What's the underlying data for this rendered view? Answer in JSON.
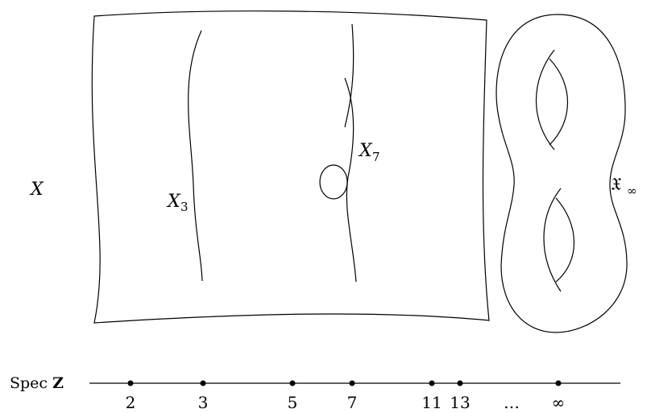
{
  "labels": {
    "surface": "X",
    "fiber3_main": "X",
    "fiber3_sub": "3",
    "fiber7_main": "X",
    "fiber7_sub": "7",
    "infinity_main": "𝔛",
    "infinity_sub": "∞"
  },
  "axis": {
    "title_main": "Spec ",
    "title_bold": "Z",
    "ticks": [
      "2",
      "3",
      "5",
      "7",
      "11",
      "13",
      "…",
      "∞"
    ]
  },
  "colors": {
    "stroke": "#000000",
    "background": "#ffffff"
  }
}
